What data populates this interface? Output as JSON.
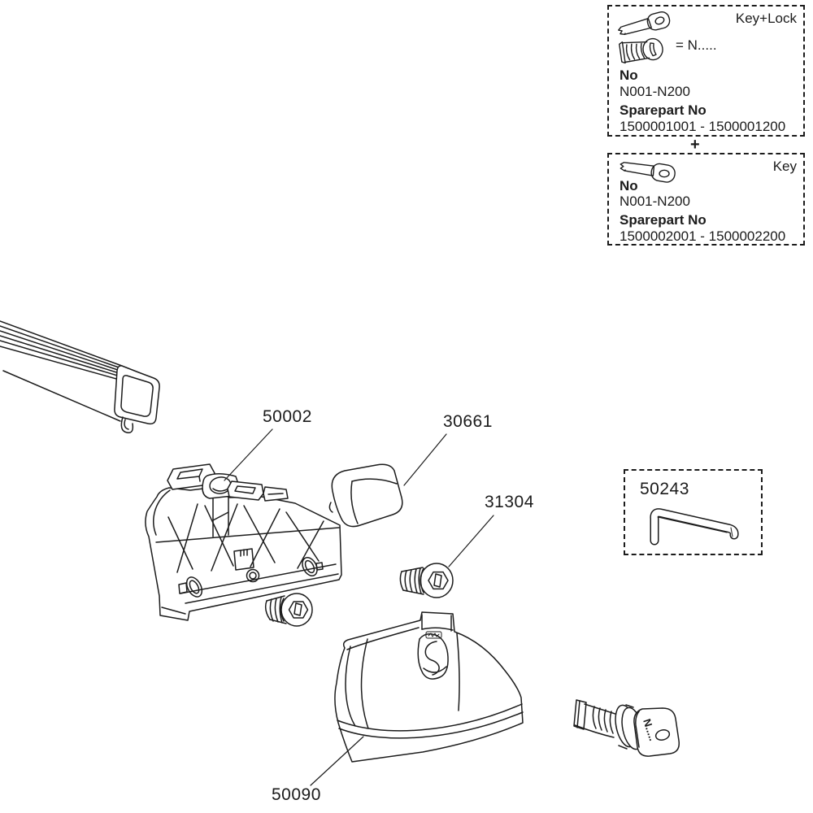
{
  "page": {
    "background": "#ffffff",
    "line_color": "#1c1c1c"
  },
  "key_lock_box": {
    "title": "Key+Lock",
    "equals_text": "= N.....",
    "no_label": "No",
    "no_value": "N001-N200",
    "sparepart_label": "Sparepart No",
    "sparepart_value": "1500001001 - 1500001200"
  },
  "plus_sign": "+",
  "key_box": {
    "title": "Key",
    "no_label": "No",
    "no_value": "N001-N200",
    "sparepart_label": "Sparepart No",
    "sparepart_value": "1500002001 - 1500002200"
  },
  "parts": {
    "bracket": "50002",
    "cap": "30661",
    "screw": "31304",
    "allen_key": "50243",
    "housing": "50090"
  },
  "key_engraving": "N....."
}
